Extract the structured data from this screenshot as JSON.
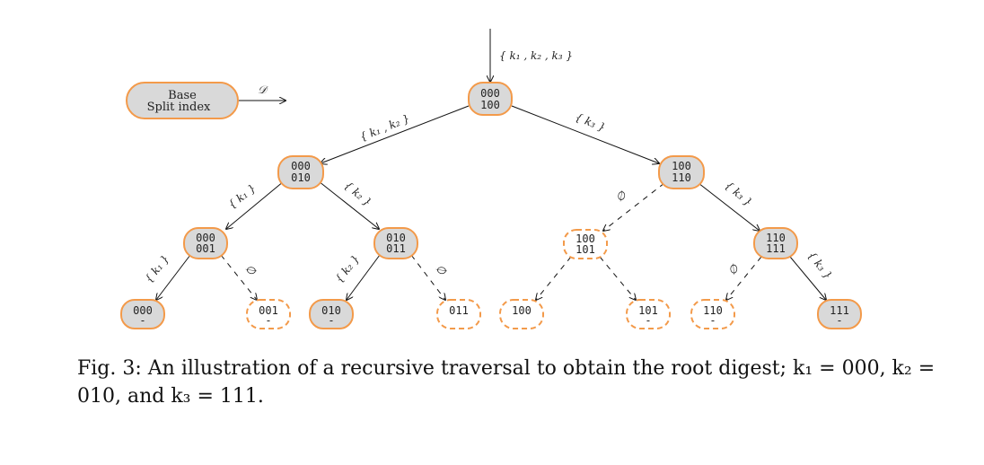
{
  "colors": {
    "accent": "#f39a4a",
    "node_fill": "#d9d9d9",
    "line": "#111111"
  },
  "legend": {
    "line1": "Base",
    "line2": "Split index",
    "arrow_label": "𝒟"
  },
  "root_input_label": "{ k₁ , k₂ , k₃ }",
  "nodes": {
    "root": {
      "l1": "000",
      "l2": "100"
    },
    "n000_010": {
      "l1": "000",
      "l2": "010"
    },
    "n100_110": {
      "l1": "100",
      "l2": "110"
    },
    "n000_001": {
      "l1": "000",
      "l2": "001"
    },
    "n010_011": {
      "l1": "010",
      "l2": "011"
    },
    "n100_101": {
      "l1": "100",
      "l2": "101"
    },
    "n110_111": {
      "l1": "110",
      "l2": "111"
    }
  },
  "leaves": {
    "l000": {
      "l1": "000",
      "l2": "-"
    },
    "l001": {
      "l1": "001",
      "l2": "-"
    },
    "l010": {
      "l1": "010",
      "l2": "-"
    },
    "l011": {
      "l1": "011",
      "l2": ""
    },
    "l100": {
      "l1": "100",
      "l2": ""
    },
    "l101": {
      "l1": "101",
      "l2": "-"
    },
    "l110": {
      "l1": "110",
      "l2": "-"
    },
    "l111": {
      "l1": "111",
      "l2": "-"
    }
  },
  "edge_labels": {
    "root_left": "{ k₁ , k₂ }",
    "root_right": "{ k₃ }",
    "a_left": "{ k₁ }",
    "a_right": "{ k₂ }",
    "b_left": "∅",
    "b_right": "{ k₃ }",
    "c_left": "{ k₁ }",
    "c_right": "∅",
    "d_left": "{ k₂ }",
    "d_right": "∅",
    "g_left": "∅",
    "g_right": "{ k₃ }"
  },
  "caption": {
    "text": "Fig. 3: An illustration of a recursive traversal to obtain the root digest; k₁ = 000, k₂ = 010, and k₃ = 111."
  }
}
